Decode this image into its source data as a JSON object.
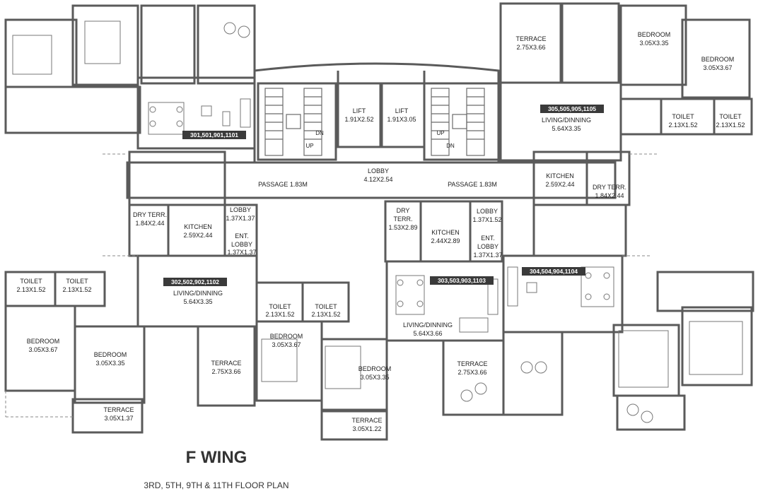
{
  "title": "F WING",
  "subtitle": "3RD, 5TH, 9TH & 11TH FLOOR PLAN",
  "units": [
    "301,501,901,1101",
    "305,505,905,1105",
    "302,502,902,1102",
    "303,503,903,1103",
    "304,504,904,1104"
  ],
  "rooms": {
    "terrace_tr": {
      "name": "TERRACE",
      "dim": "2.75X3.66"
    },
    "bedroom_tr1": {
      "name": "BEDROOM",
      "dim": "3.05X3.35"
    },
    "bedroom_tr2": {
      "name": "BEDROOM",
      "dim": "3.05X3.67"
    },
    "lift1": {
      "name": "LIFT",
      "dim": "1.91X2.52"
    },
    "lift2": {
      "name": "LIFT",
      "dim": "1.91X3.05"
    },
    "toilet_tr1": {
      "name": "TOILET",
      "dim": "2.13X1.52"
    },
    "toilet_tr2": {
      "name": "TOILET",
      "dim": "2.13X1.52"
    },
    "living_tr": {
      "name": "LIVING/DINNING",
      "dim": "5.64X3.35"
    },
    "lobby_c": {
      "name": "LOBBY",
      "dim": "4.12X2.54"
    },
    "passage_l": {
      "name": "PASSAGE 1.83M"
    },
    "passage_r": {
      "name": "PASSAGE 1.83M"
    },
    "kitchen_tr": {
      "name": "KITCHEN",
      "dim": "2.59X2.44"
    },
    "dryterr_tr": {
      "name": "DRY TERR.",
      "dim": "1.84X2.44"
    },
    "dryterr_l": {
      "name": "DRY TERR.",
      "dim": "1.84X2.44"
    },
    "kitchen_l": {
      "name": "KITCHEN",
      "dim": "2.59X2.44"
    },
    "lobby_l": {
      "name": "LOBBY",
      "dim": "1.37X1.37"
    },
    "entlobby_l": {
      "name": "ENT.",
      "name2": "LOBBY",
      "dim": "1.37X1.37"
    },
    "dryterr_c": {
      "name": "DRY",
      "name2": "TERR.",
      "dim": "1.53X2.89"
    },
    "kitchen_c": {
      "name": "KITCHEN",
      "dim": "2.44X2.89"
    },
    "lobby_c2": {
      "name": "LOBBY",
      "dim": "1.37X1.52"
    },
    "entlobby_c": {
      "name": "ENT.",
      "name2": "LOBBY",
      "dim": "1.37X1.37"
    },
    "toilet_l1": {
      "name": "TOILET",
      "dim": "2.13X1.52"
    },
    "toilet_l2": {
      "name": "TOILET",
      "dim": "2.13X1.52"
    },
    "living_l": {
      "name": "LIVING/DINNING",
      "dim": "5.64X3.35"
    },
    "toilet_c1": {
      "name": "TOILET",
      "dim": "2.13X1.52"
    },
    "toilet_c2": {
      "name": "TOILET",
      "dim": "2.13X1.52"
    },
    "living_c": {
      "name": "LIVING/DINNING",
      "dim": "5.64X3.66"
    },
    "bedroom_l1": {
      "name": "BEDROOM",
      "dim": "3.05X3.67"
    },
    "bedroom_l2": {
      "name": "BEDROOM",
      "dim": "3.05X3.35"
    },
    "terrace_l": {
      "name": "TERRACE",
      "dim": "3.05X1.37"
    },
    "terrace_c1": {
      "name": "TERRACE",
      "dim": "2.75X3.66"
    },
    "bedroom_c1": {
      "name": "BEDROOM",
      "dim": "3.05X3.67"
    },
    "bedroom_c2": {
      "name": "BEDROOM",
      "dim": "3.05X3.35"
    },
    "terrace_c2": {
      "name": "TERRACE",
      "dim": "3.05X1.22"
    },
    "terrace_c3": {
      "name": "TERRACE",
      "dim": "2.75X3.66"
    }
  },
  "stairs": {
    "up": "UP",
    "dn": "DN"
  }
}
